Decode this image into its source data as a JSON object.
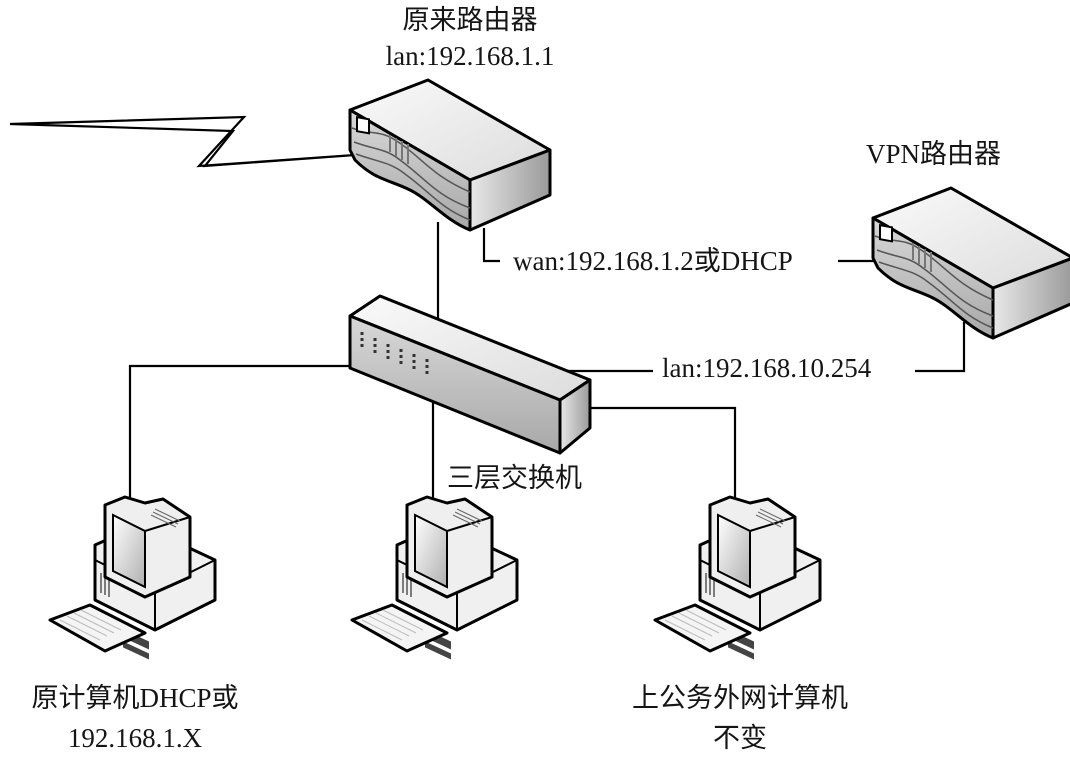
{
  "nodes": {
    "original_router": {
      "name": "原来路由器",
      "ip": "lan:192.168.1.1"
    },
    "vpn_router": {
      "name": "VPN路由器"
    },
    "switch": {
      "name": "三层交换机"
    },
    "pc_original": {
      "line1": "原计算机DHCP或",
      "line2": "192.168.1.X"
    },
    "pc_middle": {},
    "pc_public": {
      "line1": "上公务外网计算机",
      "line2": "不变"
    }
  },
  "links": {
    "vpn_wan": {
      "label": "wan:192.168.1.2或DHCP"
    },
    "vpn_lan": {
      "label": "lan:192.168.10.254"
    },
    "internet": {
      "label": ""
    }
  },
  "colors": {
    "stroke": "#000000",
    "device_light": "#f2f2f2",
    "device_mid": "#c8c8c8",
    "device_dark": "#8a8a8a",
    "background": "#ffffff"
  }
}
